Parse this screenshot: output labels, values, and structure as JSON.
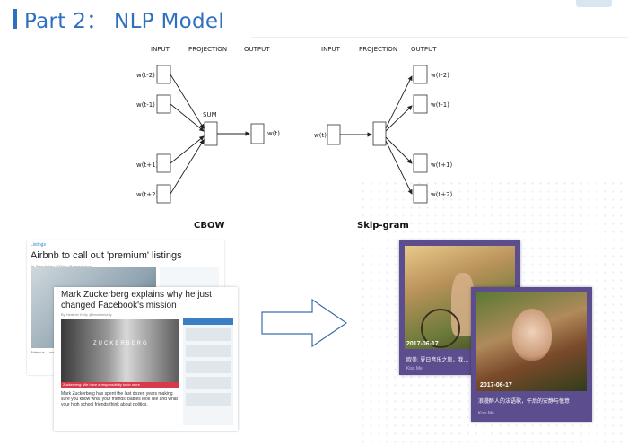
{
  "header": {
    "title": "Part 2： NLP Model"
  },
  "diagram": {
    "cbow": {
      "caption": "CBOW",
      "input_header": "INPUT",
      "projection_header": "PROJECTION",
      "output_header": "OUTPUT",
      "inputs": [
        "w(t-2)",
        "w(t-1)",
        "w(t+1)",
        "w(t+2)"
      ],
      "sum_label": "SUM",
      "output": "w(t)"
    },
    "skipgram": {
      "caption": "Skip-gram",
      "input_header": "INPUT",
      "projection_header": "PROJECTION",
      "output_header": "OUTPUT",
      "input": "w(t)",
      "outputs": [
        "w(t-2)",
        "w(t-1)",
        "w(t+1)",
        "w(t+2)"
      ]
    }
  },
  "articles": {
    "first": {
      "kicker": "Listings",
      "headline": "Airbnb to call out 'premium' listings",
      "meta": "By Sara Ashley O'Brien @saraashleyo",
      "snippet": "Airbnb is ... customers ..."
    },
    "second": {
      "headline": "Mark Zuckerberg explains why he just changed Facebook's mission",
      "meta": "By Heather Kelly @heatherkelly",
      "brand": "ZUCKERBERG",
      "banner": "Zuckerberg: We have a responsibility to do more",
      "lede": "Mark Zuckerberg has spent the last dozen years making sure you know what your friends' babies look like and what your high school friends think about politics."
    }
  },
  "cards": [
    {
      "date": "2017-06-17",
      "caption": "欧美: 夏日音乐之旅，我…",
      "author": "Kiss Me"
    },
    {
      "date": "2017-06-17",
      "caption": "浪漫醉人的法语歌，午后的安静与惬意",
      "author": "Kiss Me"
    }
  ],
  "colors": {
    "title": "#2f6fbf",
    "card_bg": "#5b4d8e",
    "banner_red": "#d83a4a"
  }
}
